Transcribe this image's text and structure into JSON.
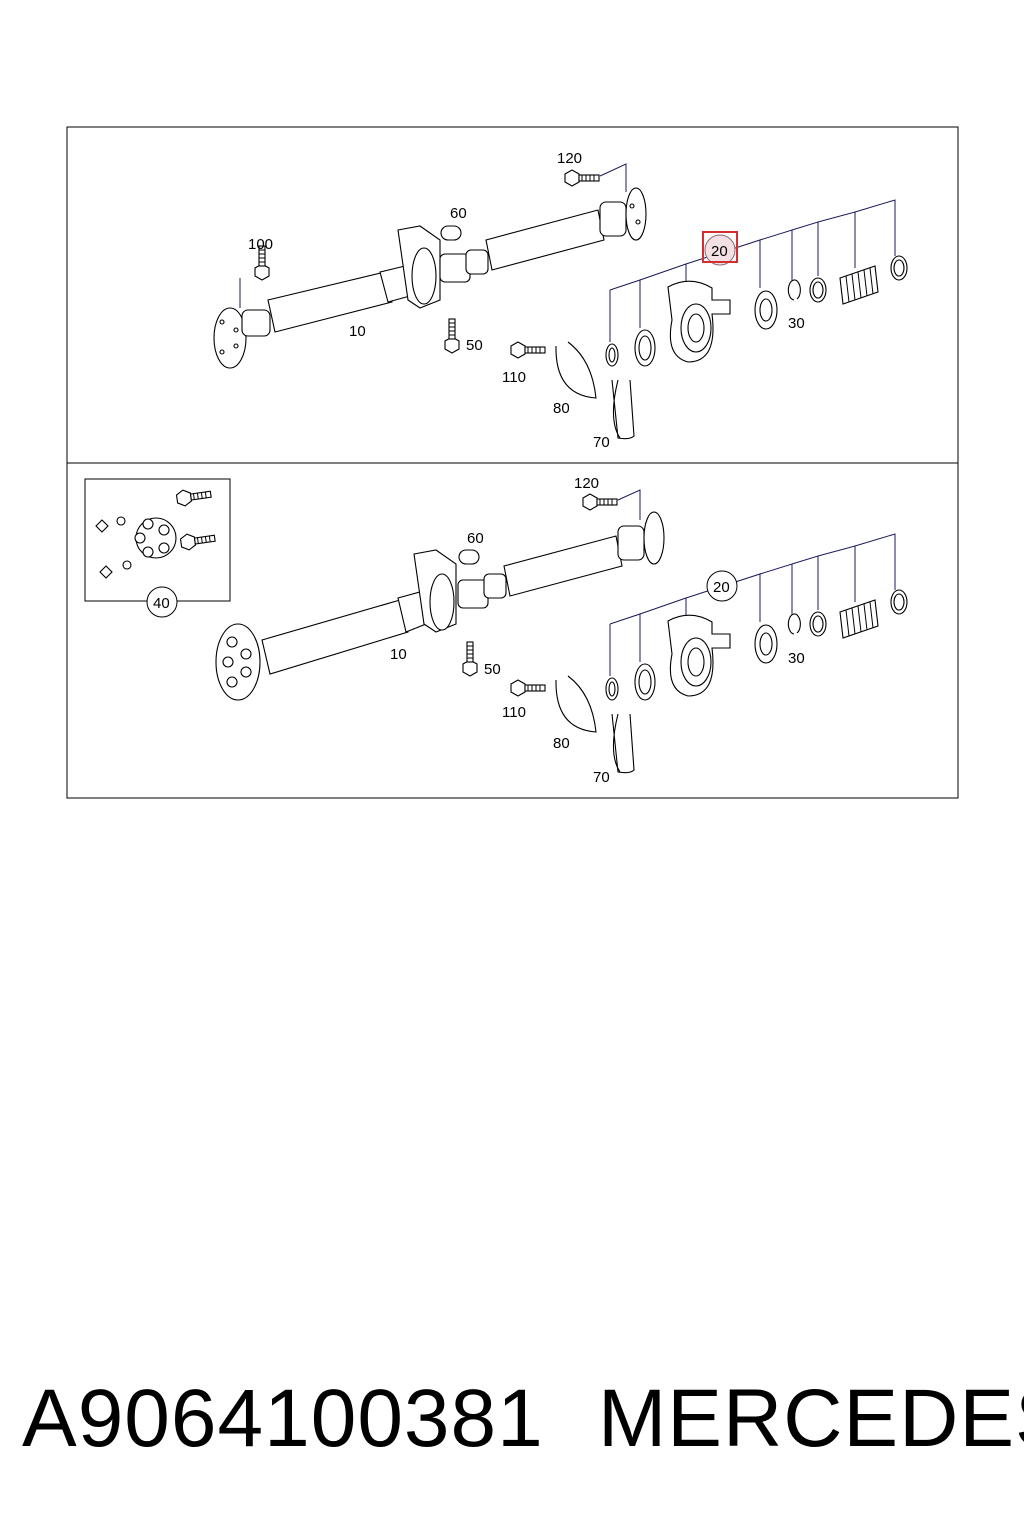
{
  "diagram": {
    "top_panel": {
      "labels": {
        "p120": "120",
        "p60": "60",
        "p100": "100",
        "p20": "20",
        "p10": "10",
        "p50": "50",
        "p30": "30",
        "p110": "110",
        "p80": "80",
        "p70": "70"
      },
      "highlighted_callout": "20",
      "highlight_color": "#d32f2f"
    },
    "bottom_panel": {
      "labels": {
        "p120": "120",
        "p60": "60",
        "p20": "20",
        "p10": "10",
        "p50": "50",
        "p30": "30",
        "p110": "110",
        "p80": "80",
        "p70": "70",
        "p40": "40"
      }
    }
  },
  "footer": {
    "part_number": "A9064100381",
    "brand": "MERCEDES"
  }
}
